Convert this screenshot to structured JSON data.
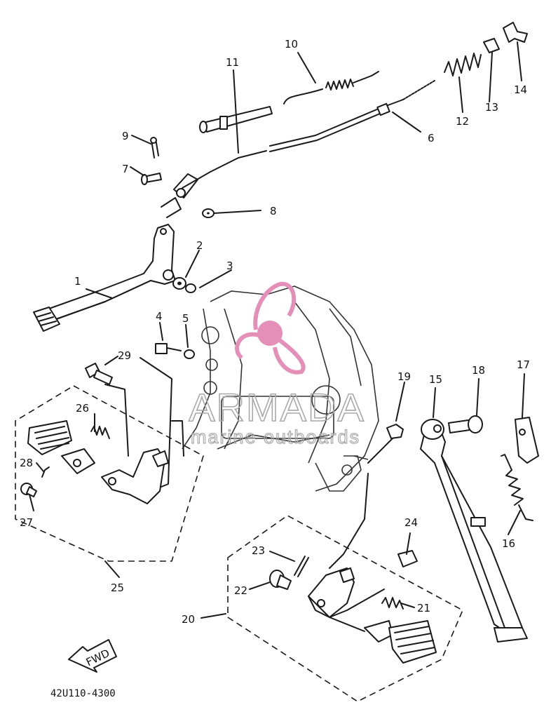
{
  "callouts": {
    "c1": "1",
    "c2": "2",
    "c3": "3",
    "c4": "4",
    "c5": "5",
    "c6": "6",
    "c7": "7",
    "c8": "8",
    "c9": "9",
    "c10": "10",
    "c11": "11",
    "c12": "12",
    "c13": "13",
    "c14": "14",
    "c15": "15",
    "c16": "16",
    "c17": "17",
    "c18": "18",
    "c19": "19",
    "c20": "20",
    "c21": "21",
    "c22": "22",
    "c23": "23",
    "c24": "24",
    "c25": "25",
    "c26": "26",
    "c27": "27",
    "c28": "28",
    "c29": "29"
  },
  "fwd_label": "FWD",
  "drawing_code": "42U110-4300",
  "watermark": {
    "brand": "ARMADA",
    "tagline": "marine outboards",
    "logo_color": "#e58fb8"
  }
}
